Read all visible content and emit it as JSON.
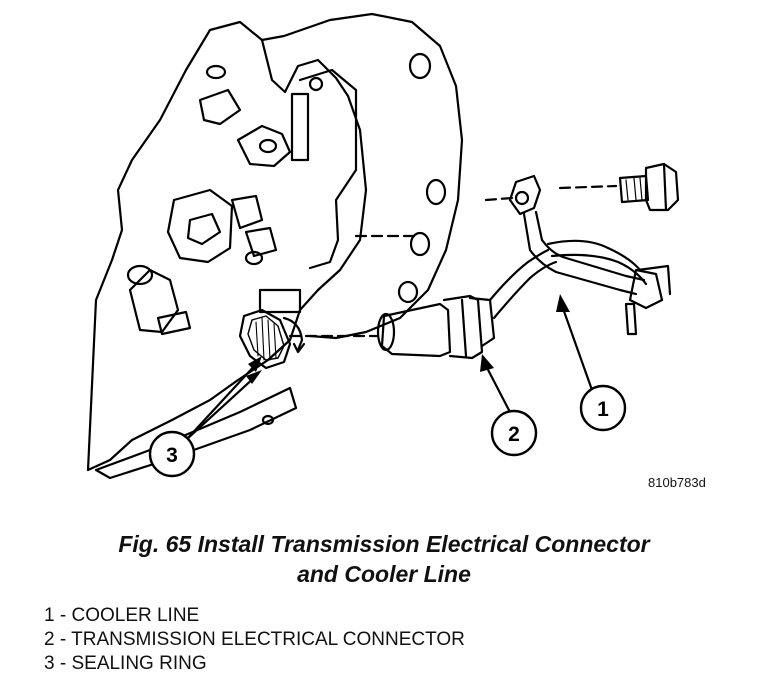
{
  "figure": {
    "code": "810b783d",
    "caption_line1": "Fig. 65 Install Transmission Electrical Connector",
    "caption_line2": "and Cooler Line"
  },
  "callouts": [
    {
      "number": "1",
      "label": "COOLER LINE"
    },
    {
      "number": "2",
      "label": "TRANSMISSION ELECTRICAL CONNECTOR"
    },
    {
      "number": "3",
      "label": "SEALING RING"
    }
  ],
  "legend": [
    {
      "number": "1",
      "separator": " - ",
      "label": "COOLER LINE"
    },
    {
      "number": "2",
      "separator": " - ",
      "label": "TRANSMISSION ELECTRICAL CONNECTOR"
    },
    {
      "number": "3",
      "separator": " - ",
      "label": "SEALING RING"
    }
  ]
}
